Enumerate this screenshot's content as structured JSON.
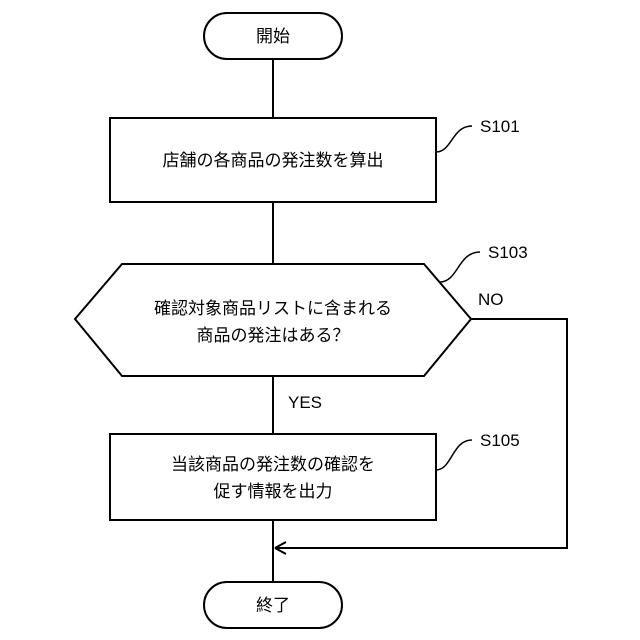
{
  "start": {
    "label": "開始"
  },
  "end": {
    "label": "終了"
  },
  "steps": {
    "s101": {
      "id": "S101",
      "line1": "店舗の各商品の発注数を算出"
    },
    "s103": {
      "id": "S103",
      "line1": "確認対象商品リストに含まれる",
      "line2": "商品の発注はある？"
    },
    "s105": {
      "id": "S105",
      "line1": "当該商品の発注数の確認を",
      "line2": "促す情報を出力"
    }
  },
  "branches": {
    "yes": "YES",
    "no": "NO"
  }
}
